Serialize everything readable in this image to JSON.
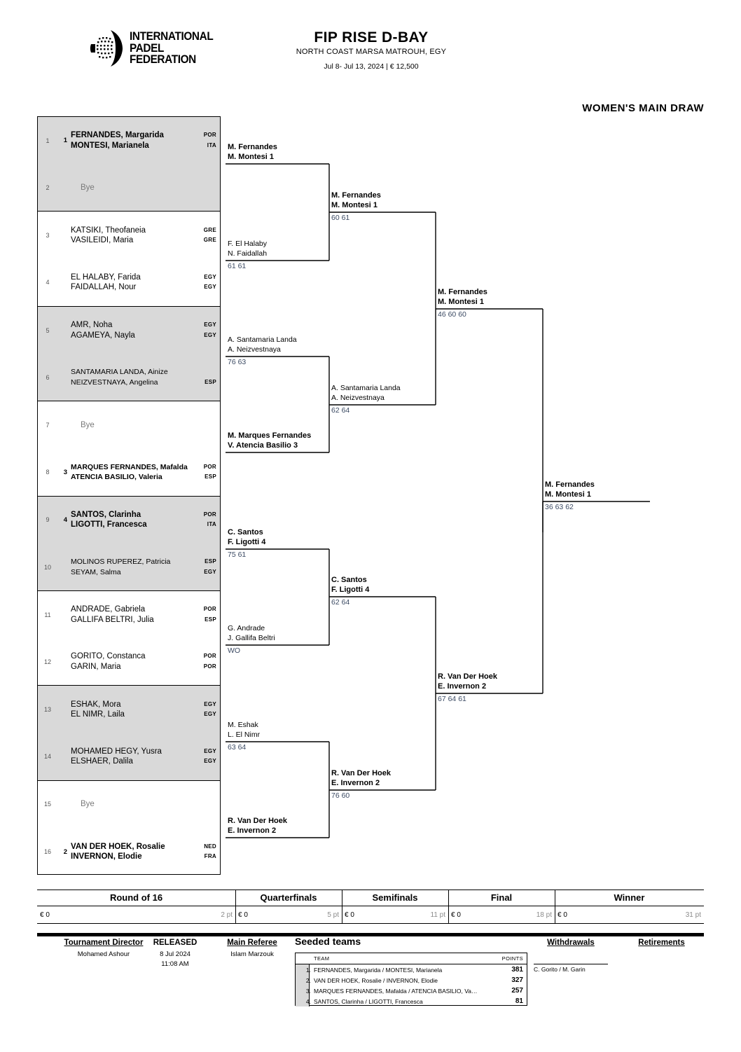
{
  "header": {
    "logo_line1": "INTERNATIONAL",
    "logo_line2": "PADEL",
    "logo_line3": "FEDERATION",
    "title": "FIP RISE D-BAY",
    "venue": "NORTH COAST MARSA MATROUH, EGY",
    "dates": "Jul 8- Jul 13, 2024  |  € 12,500",
    "draw_title": "WOMEN'S MAIN DRAW"
  },
  "entrants": [
    {
      "no": "1",
      "seed": "1",
      "bold": true,
      "p1": "FERNANDES, Margarida",
      "p2": "MONTESI, Marianela",
      "c1": "POR",
      "c2": "ITA",
      "bye": false,
      "shade": true,
      "small": false
    },
    {
      "no": "2",
      "seed": "",
      "bold": false,
      "p1": "Bye",
      "p2": "",
      "c1": "",
      "c2": "",
      "bye": true,
      "shade": true,
      "small": false
    },
    {
      "no": "3",
      "seed": "",
      "bold": false,
      "p1": "KATSIKI, Theofaneia",
      "p2": "VASILEIDI, Maria",
      "c1": "GRE",
      "c2": "GRE",
      "bye": false,
      "shade": false,
      "small": false
    },
    {
      "no": "4",
      "seed": "",
      "bold": false,
      "p1": "EL HALABY, Farida",
      "p2": "FAIDALLAH, Nour",
      "c1": "EGY",
      "c2": "EGY",
      "bye": false,
      "shade": false,
      "small": false
    },
    {
      "no": "5",
      "seed": "",
      "bold": false,
      "p1": "AMR, Noha",
      "p2": "AGAMEYA, Nayla",
      "c1": "EGY",
      "c2": "EGY",
      "bye": false,
      "shade": true,
      "small": false
    },
    {
      "no": "6",
      "seed": "",
      "bold": false,
      "p1": "SANTAMARIA LANDA, Ainize",
      "p2": "NEIZVESTNAYA, Angelina",
      "c1": "",
      "c2": "ESP",
      "bye": false,
      "shade": true,
      "small": true
    },
    {
      "no": "7",
      "seed": "",
      "bold": false,
      "p1": "Bye",
      "p2": "",
      "c1": "",
      "c2": "",
      "bye": true,
      "shade": false,
      "small": false
    },
    {
      "no": "8",
      "seed": "3",
      "bold": true,
      "p1": "MARQUES FERNANDES, Mafalda",
      "p2": "ATENCIA BASILIO, Valeria",
      "c1": "POR",
      "c2": "ESP",
      "bye": false,
      "shade": false,
      "small": true
    },
    {
      "no": "9",
      "seed": "4",
      "bold": true,
      "p1": "SANTOS, Clarinha",
      "p2": "LIGOTTI, Francesca",
      "c1": "POR",
      "c2": "ITA",
      "bye": false,
      "shade": true,
      "small": false
    },
    {
      "no": "10",
      "seed": "",
      "bold": false,
      "p1": "MOLINOS RUPEREZ, Patricia",
      "p2": "SEYAM, Salma",
      "c1": "ESP",
      "c2": "EGY",
      "bye": false,
      "shade": true,
      "small": true
    },
    {
      "no": "11",
      "seed": "",
      "bold": false,
      "p1": "ANDRADE, Gabriela",
      "p2": "GALLIFA BELTRI, Julia",
      "c1": "POR",
      "c2": "ESP",
      "bye": false,
      "shade": false,
      "small": false
    },
    {
      "no": "12",
      "seed": "",
      "bold": false,
      "p1": "GORITO, Constanca",
      "p2": "GARIN, Maria",
      "c1": "POR",
      "c2": "POR",
      "bye": false,
      "shade": false,
      "small": false
    },
    {
      "no": "13",
      "seed": "",
      "bold": false,
      "p1": "ESHAK, Mora",
      "p2": "EL NIMR, Laila",
      "c1": "EGY",
      "c2": "EGY",
      "bye": false,
      "shade": true,
      "small": false
    },
    {
      "no": "14",
      "seed": "",
      "bold": false,
      "p1": "MOHAMED HEGY, Yusra",
      "p2": "ELSHAER, Dalila",
      "c1": "EGY",
      "c2": "EGY",
      "bye": false,
      "shade": true,
      "small": false
    },
    {
      "no": "15",
      "seed": "",
      "bold": false,
      "p1": "Bye",
      "p2": "",
      "c1": "",
      "c2": "",
      "bye": true,
      "shade": false,
      "small": false
    },
    {
      "no": "16",
      "seed": "2",
      "bold": true,
      "p1": "VAN DER HOEK, Rosalie",
      "p2": "INVERNON, Elodie",
      "c1": "NED",
      "c2": "FRA",
      "bye": false,
      "shade": false,
      "small": false
    }
  ],
  "r16": [
    {
      "p1": "M. Fernandes",
      "p2": "M. Montesi  1",
      "score": "",
      "bold": true
    },
    {
      "p1": "F. El Halaby",
      "p2": "N. Faidallah",
      "score": "61 61",
      "bold": false
    },
    {
      "p1": "A. Santamaria Landa",
      "p2": "A. Neizvestnaya",
      "score": "76 63",
      "bold": false
    },
    {
      "p1": "M. Marques Fernandes",
      "p2": "V. Atencia Basilio  3",
      "score": "",
      "bold": true
    },
    {
      "p1": "C. Santos",
      "p2": "F. Ligotti  4",
      "score": "75 61",
      "bold": true
    },
    {
      "p1": "G. Andrade",
      "p2": "J. Gallifa Beltri",
      "score": "WO",
      "bold": false
    },
    {
      "p1": "M. Eshak",
      "p2": "L. El Nimr",
      "score": "63 64",
      "bold": false
    },
    {
      "p1": "R. Van Der Hoek",
      "p2": "E. Invernon  2",
      "score": "",
      "bold": true
    }
  ],
  "quarterfinals": [
    {
      "p1": "M. Fernandes",
      "p2": "M. Montesi  1",
      "score": "60 61",
      "bold": true
    },
    {
      "p1": "A. Santamaria Landa",
      "p2": "A. Neizvestnaya",
      "score": "62 64",
      "bold": false
    },
    {
      "p1": "C. Santos",
      "p2": "F. Ligotti  4",
      "score": "62 64",
      "bold": true
    },
    {
      "p1": "R. Van Der Hoek",
      "p2": "E. Invernon  2",
      "score": "76 60",
      "bold": true
    }
  ],
  "semifinals": [
    {
      "p1": "M. Fernandes",
      "p2": "M. Montesi  1",
      "score": "46 60 60",
      "bold": true
    },
    {
      "p1": "R. Van Der Hoek",
      "p2": "E. Invernon  2",
      "score": "67 64 61",
      "bold": true
    }
  ],
  "final": {
    "p1": "M. Fernandes",
    "p2": "M. Montesi  1",
    "score": "36 63 62",
    "bold": true
  },
  "points_table": {
    "columns": [
      {
        "label": "Round of 16",
        "prize": "€ 0",
        "points": "2 pt"
      },
      {
        "label": "Quarterfinals",
        "prize": "€ 0",
        "points": "5 pt"
      },
      {
        "label": "Semifinals",
        "prize": "€ 0",
        "points": "11 pt"
      },
      {
        "label": "Final",
        "prize": "€ 0",
        "points": "18 pt"
      },
      {
        "label": "Winner",
        "prize": "€ 0",
        "points": "31 pt"
      }
    ]
  },
  "footer": {
    "tournament_director_label": "Tournament Director",
    "tournament_director_name": "Mohamed Ashour",
    "released_label": "RELEASED",
    "released_date": "8 Jul 2024",
    "released_time": "11:08 AM",
    "main_referee_label": "Main Referee",
    "main_referee_name": "Islam Marzouk",
    "seeded_title": "Seeded teams",
    "seeded_col_team": "TEAM",
    "seeded_col_points": "POINTS",
    "seeded": [
      {
        "n": "1.",
        "team": "FERNANDES, Margarida / MONTESI, Marianela",
        "points": "381"
      },
      {
        "n": "2.",
        "team": "VAN DER HOEK, Rosalie / INVERNON, Elodie",
        "points": "327"
      },
      {
        "n": "3.",
        "team": "MARQUES FERNANDES, Mafalda / ATENCIA BASILIO, Va…",
        "points": "257"
      },
      {
        "n": "4.",
        "team": "SANTOS, Clarinha / LIGOTTI, Francesca",
        "points": "81"
      }
    ],
    "withdrawals_label": "Withdrawals",
    "withdrawals_value": "C. Gorito / M. Garin",
    "retirements_label": "Retirements"
  }
}
